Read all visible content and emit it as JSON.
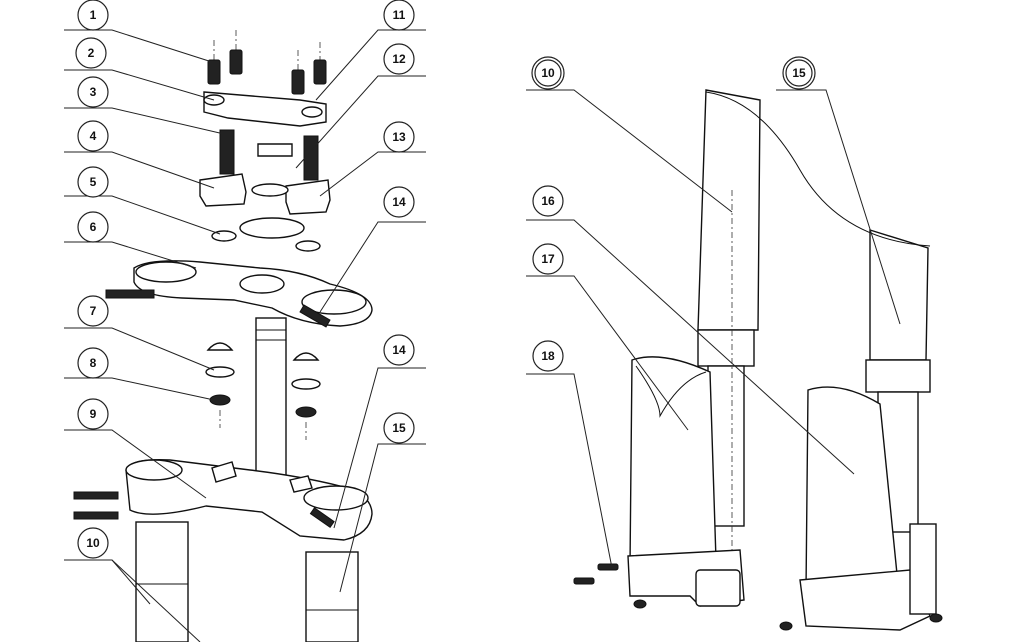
{
  "callouts_left": [
    {
      "id": "c1",
      "label": "1"
    },
    {
      "id": "c2",
      "label": "2"
    },
    {
      "id": "c3",
      "label": "3"
    },
    {
      "id": "c4",
      "label": "4"
    },
    {
      "id": "c5",
      "label": "5"
    },
    {
      "id": "c6",
      "label": "6"
    },
    {
      "id": "c7",
      "label": "7"
    },
    {
      "id": "c8",
      "label": "8"
    },
    {
      "id": "c9",
      "label": "9"
    },
    {
      "id": "c10",
      "label": "10"
    }
  ],
  "callouts_mid": [
    {
      "id": "c11",
      "label": "11"
    },
    {
      "id": "c12",
      "label": "12"
    },
    {
      "id": "c13",
      "label": "13"
    },
    {
      "id": "c14a",
      "label": "14"
    },
    {
      "id": "c14b",
      "label": "14"
    },
    {
      "id": "c15a",
      "label": "15"
    }
  ],
  "callouts_right": [
    {
      "id": "c10b",
      "label": "10"
    },
    {
      "id": "c15b",
      "label": "15"
    },
    {
      "id": "c16",
      "label": "16"
    },
    {
      "id": "c17",
      "label": "17"
    },
    {
      "id": "c18",
      "label": "18"
    }
  ]
}
